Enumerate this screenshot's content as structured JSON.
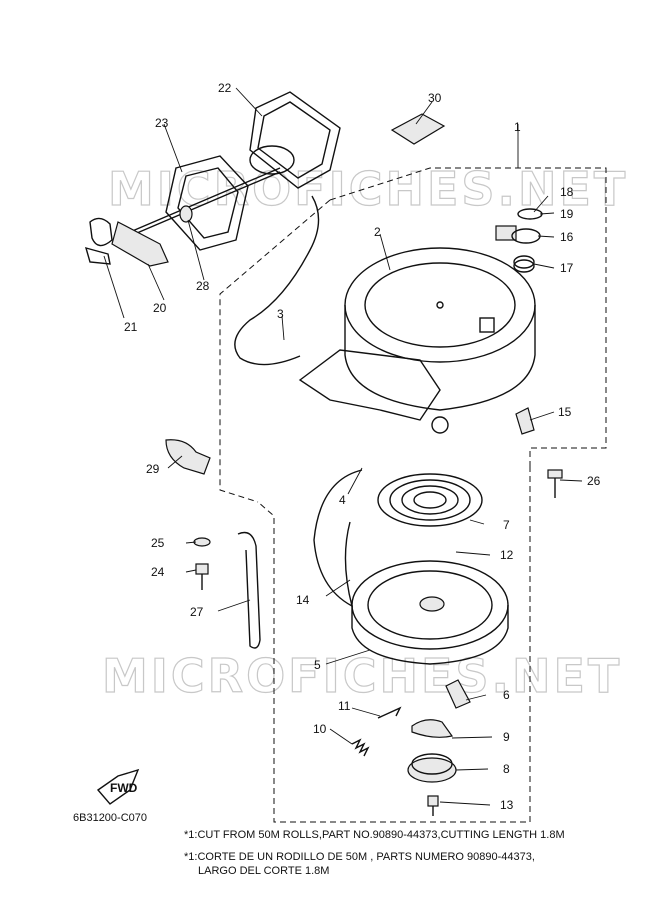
{
  "diagram": {
    "code": "6B31200-C070",
    "watermark": "MICROFICHES.NET",
    "fwd_label": "FWD",
    "callouts": [
      "1",
      "2",
      "3",
      "4",
      "5",
      "6",
      "7",
      "8",
      "9",
      "10",
      "11",
      "12",
      "13",
      "14",
      "15",
      "16",
      "17",
      "18",
      "19",
      "20",
      "21",
      "22",
      "23",
      "24",
      "25",
      "26",
      "27",
      "28",
      "29",
      "30"
    ]
  },
  "notes": {
    "line1": "*1:CUT FROM 50M ROLLS,PART NO.90890-44373,CUTTING LENGTH 1.8M",
    "line2": "*1:CORTE DE UN RODILLO DE 50M , PARTS NUMERO 90890-44373,",
    "line3": "LARGO DEL CORTE 1.8M"
  }
}
